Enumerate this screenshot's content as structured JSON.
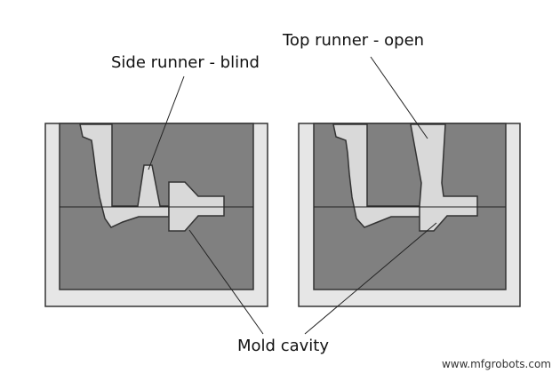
{
  "colors": {
    "flask_fill": "#e6e6e6",
    "sand_fill": "#808080",
    "cavity_fill": "#d9d9d9",
    "outline": "#333333",
    "parting_line": "#222222"
  },
  "labels": {
    "side_runner": "Side runner - blind",
    "top_runner": "Top runner - open",
    "mold_cavity": "Mold cavity"
  },
  "watermark": "www.mfgrobots.com"
}
